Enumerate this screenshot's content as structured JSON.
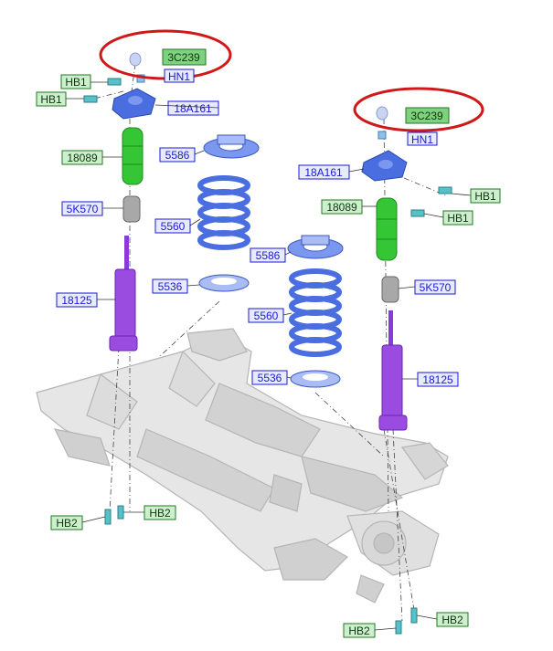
{
  "labels": {
    "l_3c239_left": "3C239",
    "l_hn1_left": "HN1",
    "l_hb1_left_a": "HB1",
    "l_hb1_left_b": "HB1",
    "l_18a161_left": "18A161",
    "l_18089_left": "18089",
    "l_5k570_left": "5K570",
    "l_18125_left": "18125",
    "l_5586_left": "5586",
    "l_5560_left": "5560",
    "l_5536_left": "5536",
    "l_hb2_left_a": "HB2",
    "l_hb2_left_b": "HB2",
    "l_3c239_right": "3C239",
    "l_hn1_right": "HN1",
    "l_18a161_right": "18A161",
    "l_hb1_right_a": "HB1",
    "l_hb1_right_b": "HB1",
    "l_18089_right": "18089",
    "l_5k570_right": "5K570",
    "l_18125_right": "18125",
    "l_5586_right": "5586",
    "l_5560_right": "5560",
    "l_5536_right": "5536",
    "l_hb2_right_a": "HB2",
    "l_hb2_right_b": "HB2"
  },
  "colors": {
    "callout_blue": "#1a1ad4",
    "callout_fill_blue": "#e8eaff",
    "callout_green": "#1f7a1f",
    "callout_fill_green": "#7fd07f",
    "highlight_red": "#d01818",
    "part_blue": "#4a6ee0",
    "part_green": "#34c634",
    "part_purple": "#9a4ce0",
    "part_grey": "#9a9a9a",
    "frame_grey": "#d8d8d8"
  }
}
